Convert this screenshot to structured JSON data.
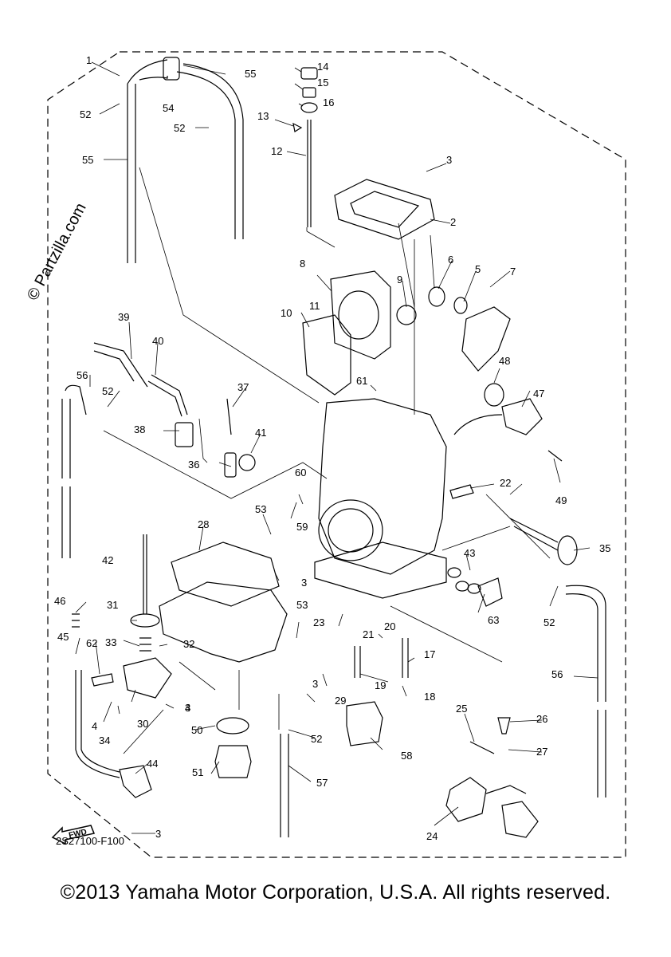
{
  "watermark": "© Partzilla.com",
  "figure_code": "2S27100-F100",
  "copyright": "©2013 Yamaha Motor Corporation, U.S.A. All rights reserved.",
  "fwd_label": "FWD",
  "callouts": [
    "1",
    "2",
    "3",
    "3",
    "3",
    "3",
    "3",
    "4",
    "4",
    "5",
    "6",
    "7",
    "8",
    "9",
    "10",
    "11",
    "12",
    "13",
    "14",
    "15",
    "16",
    "17",
    "18",
    "19",
    "20",
    "21",
    "22",
    "23",
    "24",
    "25",
    "26",
    "27",
    "28",
    "29",
    "30",
    "31",
    "32",
    "33",
    "34",
    "35",
    "36",
    "37",
    "38",
    "39",
    "40",
    "41",
    "42",
    "43",
    "44",
    "45",
    "46",
    "47",
    "48",
    "49",
    "50",
    "51",
    "52",
    "52",
    "52",
    "52",
    "52",
    "53",
    "53",
    "54",
    "55",
    "55",
    "56",
    "56",
    "57",
    "58",
    "59",
    "60",
    "61",
    "62",
    "63"
  ]
}
